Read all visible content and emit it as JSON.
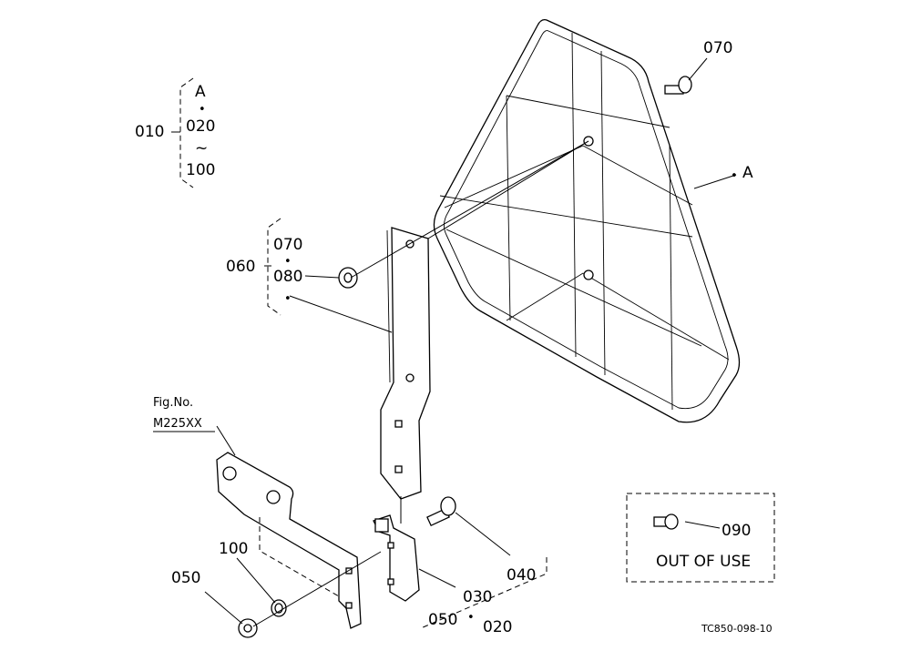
{
  "callouts": {
    "assy_010": "010",
    "grp1_a": "A",
    "grp1_020": "020",
    "grp1_tilde": "~",
    "grp1_100": "100",
    "assy_060": "060",
    "grp2_070": "070",
    "grp2_080": "080",
    "bolt_070": "070",
    "frame_a": "A",
    "bolt_040": "040",
    "bracket_030": "030",
    "bracket_050": "050",
    "bracket_020": "020",
    "nut_050": "050",
    "washer_100": "100",
    "box_090": "090",
    "dot": "•"
  },
  "reference": {
    "fig_label": "Fig.No.",
    "fig_number": "M225XX"
  },
  "out_of_use": "OUT OF USE",
  "drawing_code": "TC850-098-10"
}
